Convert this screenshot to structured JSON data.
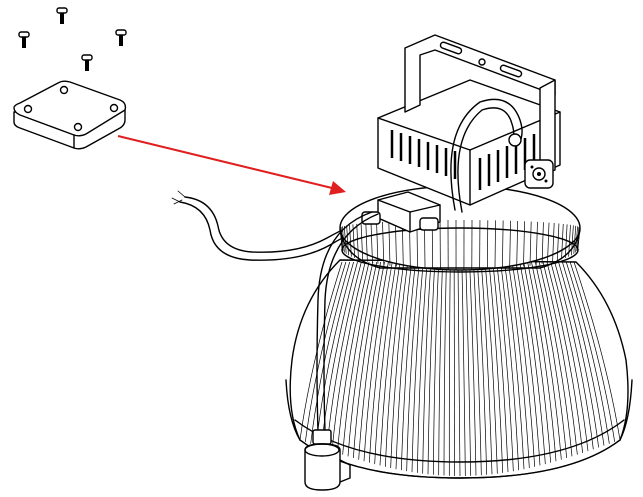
{
  "diagram": {
    "arrow_color": "#e02020",
    "line_color": "#000000",
    "background": "#ffffff",
    "parts": {
      "screws_count": 4,
      "cover_plate": "junction-box-cover",
      "fixture": "led-high-bay-lamp"
    }
  }
}
